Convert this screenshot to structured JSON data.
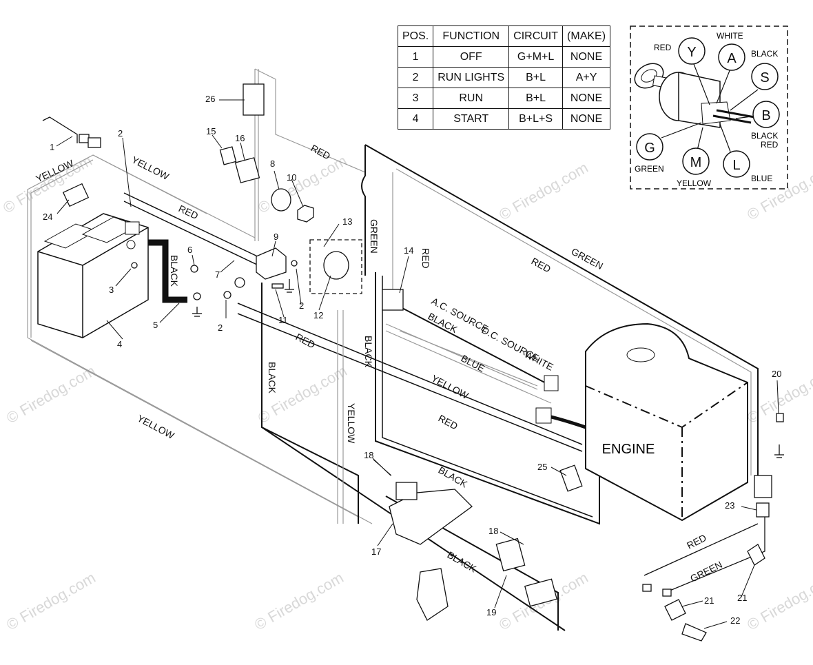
{
  "watermark": "© Firedog.com",
  "switch_table": {
    "headers": [
      "POS.",
      "FUNCTION",
      "CIRCUIT",
      "(MAKE)"
    ],
    "rows": [
      [
        "1",
        "OFF",
        "G+M+L",
        "NONE"
      ],
      [
        "2",
        "RUN LIGHTS",
        "B+L",
        "A+Y"
      ],
      [
        "3",
        "RUN",
        "B+L",
        "NONE"
      ],
      [
        "4",
        "START",
        "B+L+S",
        "NONE"
      ]
    ]
  },
  "ignition_switch": {
    "terminals": [
      "Y",
      "A",
      "S",
      "B",
      "L",
      "M",
      "G"
    ],
    "wire_colors": [
      "RED",
      "WHITE",
      "BLACK",
      "BLACK",
      "RED",
      "BLUE",
      "YELLOW",
      "GREEN"
    ]
  },
  "wire_labels": {
    "yellow": "YELLOW",
    "red": "RED",
    "black": "BLACK",
    "green": "GREEN",
    "blue": "BLUE",
    "white": "WHITE",
    "ac_source": "A.C. SOURCE",
    "dc_source": "D.C. SOURCE"
  },
  "engine_label": "ENGINE",
  "part_numbers": [
    "1",
    "2",
    "3",
    "4",
    "5",
    "6",
    "7",
    "8",
    "9",
    "10",
    "11",
    "12",
    "13",
    "14",
    "15",
    "16",
    "17",
    "18",
    "19",
    "20",
    "21",
    "22",
    "23",
    "24",
    "25",
    "26"
  ]
}
